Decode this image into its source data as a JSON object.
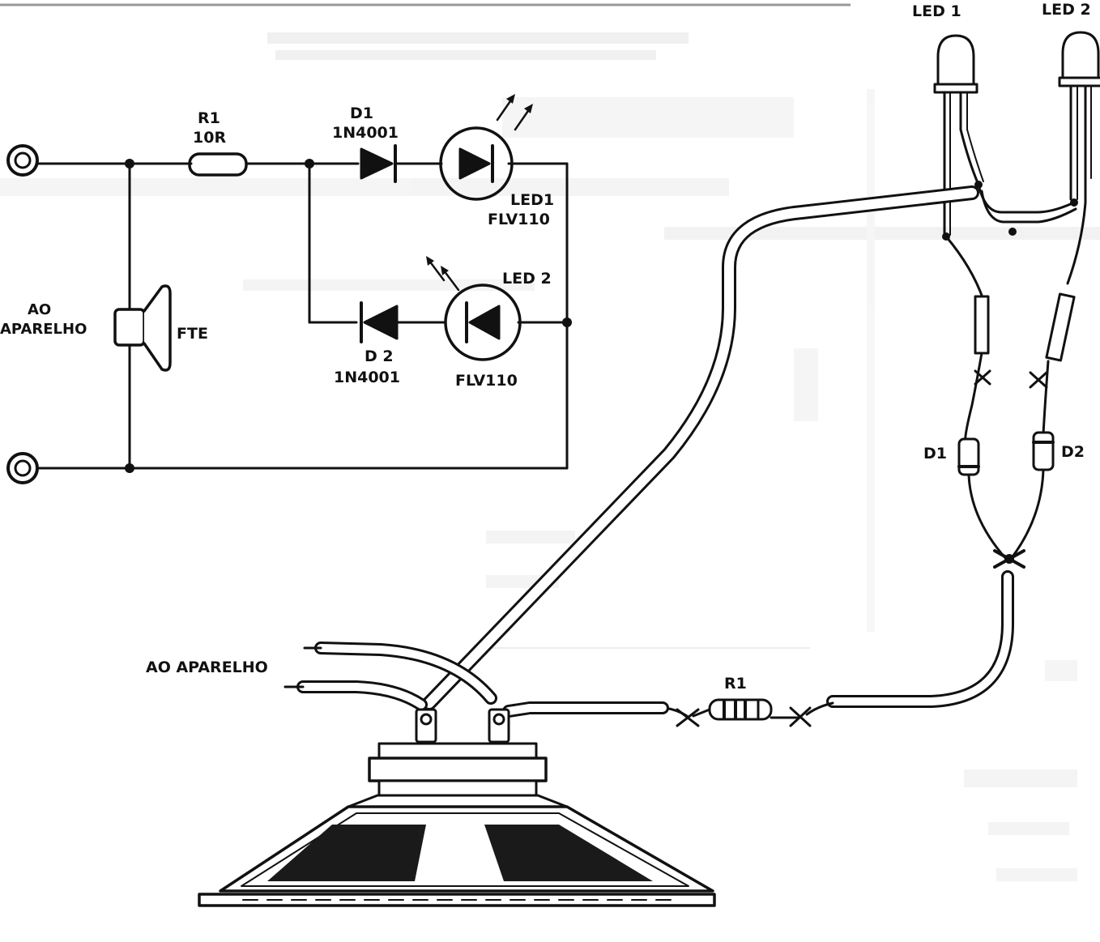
{
  "schematic": {
    "r1_ref": "R1",
    "r1_value": "10R",
    "d1_ref": "D1",
    "d1_part": "1N4001",
    "d2_ref": "D 2",
    "d2_part": "1N4001",
    "led1_ref": "LED1",
    "led1_part": "FLV110",
    "led2_ref": "LED 2",
    "led2_part": "FLV110",
    "input_label_line1": "AO",
    "input_label_line2": "APARELHO",
    "speaker_label": "FTE"
  },
  "wiring": {
    "led1_label": "LED 1",
    "led2_label": "LED 2",
    "d1_label": "D1",
    "d2_label": "D2",
    "r1_label": "R1",
    "input_label": "AO APARELHO"
  },
  "colors": {
    "ink": "#111111",
    "background": "#ffffff",
    "bleed_through": "#d6d6d6"
  }
}
